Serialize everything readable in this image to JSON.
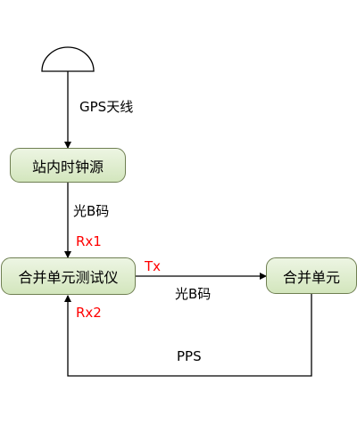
{
  "colors": {
    "node_fill_top": "#edf5e3",
    "node_fill_bottom": "#d3e6bd",
    "node_border": "#6f7f52",
    "line": "#000000",
    "port_label": "#ff0000"
  },
  "antenna": {
    "icon": "gps-antenna-icon"
  },
  "nodes": {
    "clock_source": "站内时钟源",
    "merger_tester": "合并单元测试仪",
    "merging_unit": "合并单元"
  },
  "edges": {
    "gps_antenna_label": "GPS天线",
    "clock_to_tester_label": "光B码",
    "tester_to_merger_label": "光B码",
    "pps_label": "PPS"
  },
  "ports": {
    "rx1": "Rx1",
    "rx2": "Rx2",
    "tx": "Tx"
  }
}
